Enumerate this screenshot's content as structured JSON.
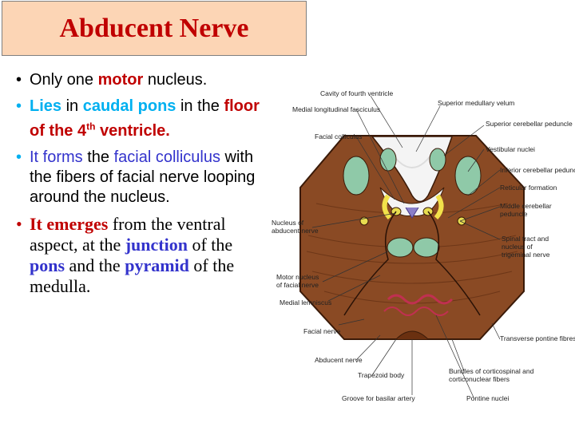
{
  "title": "Abducent Nerve",
  "bullets": [
    {
      "parts": [
        {
          "text": "Only one ",
          "style": "plain"
        },
        {
          "text": "motor",
          "style": "red"
        },
        {
          "text": "  nucleus.",
          "style": "plain"
        }
      ]
    },
    {
      "parts": [
        {
          "text": "Lies",
          "style": "cyan"
        },
        {
          "text": " in ",
          "style": "plain"
        },
        {
          "text": "caudal pons",
          "style": "cyan"
        },
        {
          "text": " in the ",
          "style": "plain"
        },
        {
          "text": "floor of the 4",
          "style": "red"
        },
        {
          "text": "th",
          "style": "red-sup"
        },
        {
          "text": " ventricle.",
          "style": "red"
        }
      ]
    },
    {
      "parts": [
        {
          "text": "It forms",
          "style": "navy"
        },
        {
          "text": " the ",
          "style": "plain"
        },
        {
          "text": "facial colliculus",
          "style": "navy"
        },
        {
          "text": " with the fibers of facial nerve looping around the nucleus.",
          "style": "plain"
        }
      ]
    },
    {
      "parts": [
        {
          "text": "It emerges",
          "style": "red"
        },
        {
          "text": " from the ventral aspect, at the ",
          "style": "plain"
        },
        {
          "text": "junction",
          "style": "navy"
        },
        {
          "text": " of the ",
          "style": "plain"
        },
        {
          "text": "pons",
          "style": "navy"
        },
        {
          "text": " and the ",
          "style": "plain"
        },
        {
          "text": "pyramid",
          "style": "navy"
        },
        {
          "text": " of the medulla.",
          "style": "plain"
        }
      ]
    }
  ],
  "figure_labels": {
    "cavity": "Cavity of fourth ventricle",
    "mlf": "Medial longitudinal fasciculus",
    "sup_med_velum": "Superior medullary velum",
    "sup_cer_ped": "Superior cerebellar peduncle",
    "facial_coll": "Facial colliculus",
    "vestibular": "Vestibular nuclei",
    "inf_cer_ped": "Inferior cerebellar peduncle",
    "reticular": "Reticular formation",
    "middle_cer_1": "Middle cerebellar",
    "middle_cer_2": "peduncle",
    "nuc_abd_1": "Nucleus of",
    "nuc_abd_2": "abducent nerve",
    "spinal_1": "Spinal tract and",
    "spinal_2": "nucleus of",
    "spinal_3": "trigeminal nerve",
    "motor_fac_1": "Motor nucleus",
    "motor_fac_2": "of facial nerve",
    "med_lemn": "Medial lemniscus",
    "transverse": "Transverse pontine fibres",
    "facial_nerve": "Facial nerve",
    "abd_nerve": "Abducent nerve",
    "trapezoid": "Trapezoid body",
    "bundles_1": "Bundles of corticospinal and",
    "bundles_2": "corticonuclear fibers",
    "groove": "Groove for basilar artery",
    "pontine_nuc": "Pontine nuclei"
  },
  "colors": {
    "title": "#c00000",
    "title_bg": "#fcd5b5",
    "cyan": "#00b0f0",
    "navy": "#3333cc",
    "pons_brown": "#8a4a24",
    "nucleus_green": "#8fc9a8"
  }
}
